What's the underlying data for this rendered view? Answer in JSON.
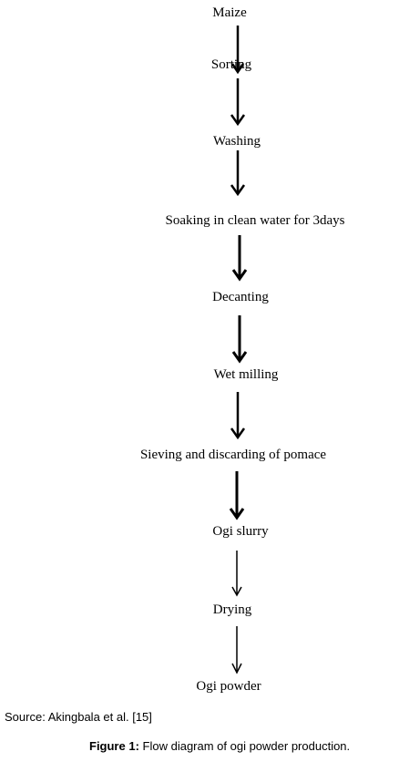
{
  "flow": {
    "steps": [
      "Maize",
      "Sorting",
      "Washing",
      "Soaking in clean water for 3days",
      "Decanting",
      "Wet milling",
      "Sieving and discarding of pomace",
      "Ogi slurry",
      "Drying",
      "Ogi powder"
    ],
    "arrow_icon": "down-arrow-icon",
    "color": "#000000"
  },
  "source": "Source: Akingbala et al. [15]",
  "caption": {
    "label": "Figure 1:",
    "text": "Flow diagram of ogi powder production."
  }
}
